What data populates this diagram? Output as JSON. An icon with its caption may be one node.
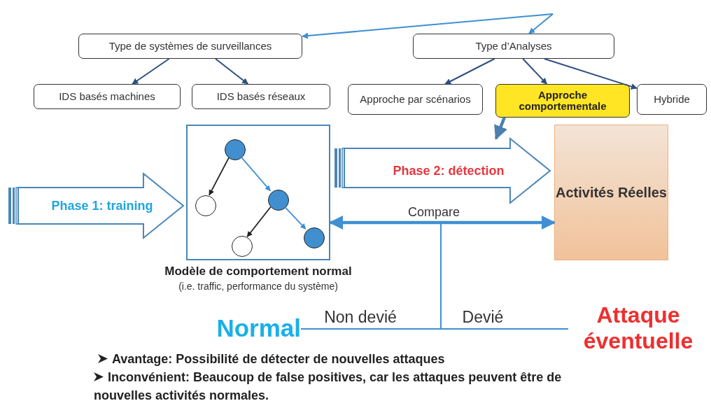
{
  "diagram": {
    "nodes": [
      {
        "text": [
          "Type de systèmes de surveillances"
        ]
      },
      {
        "text": [
          "Type d’Analyses"
        ]
      },
      {
        "text": [
          "IDS basés machines"
        ]
      },
      {
        "text": [
          "IDS basés réseaux"
        ]
      },
      {
        "text": [
          "Approche par scénarios"
        ]
      },
      {
        "text": [
          "Approche comportementale"
        ]
      },
      {
        "text": [
          "Hybride"
        ]
      },
      {
        "text": [
          "Phase 1: training"
        ]
      },
      {
        "text": [],
        "shape": "box",
        "beside": [
          "Modèle de comportement normal",
          "(i.e. traffic, performance du système)"
        ]
      },
      {
        "text": [],
        "shape": "circle",
        "in": 8
      },
      {
        "text": [],
        "shape": "circle",
        "in": 8
      },
      {
        "text": [],
        "shape": "circle",
        "in": 8
      },
      {
        "text": [],
        "shape": "circle",
        "in": 8
      },
      {
        "text": [],
        "shape": "circle",
        "in": 8
      },
      {
        "text": [
          "Phase 2: détection"
        ]
      },
      {
        "text": [
          "Activités Réelles"
        ]
      },
      {
        "text": [
          "Normal"
        ]
      },
      {
        "text": [
          "Attaque éventuelle"
        ]
      }
    ],
    "edges": [
      {
        "from": null,
        "to": 0,
        "arrow": "to"
      },
      {
        "from": null,
        "to": 1,
        "arrow": "to"
      },
      {
        "from": 0,
        "to": 2,
        "arrow": "to",
        "color": "#2f4f7f"
      },
      {
        "from": 0,
        "to": 3,
        "arrow": "to",
        "color": "#2f4f7f"
      },
      {
        "from": 1,
        "to": 4,
        "arrow": "to",
        "color": "#2f4f7f"
      },
      {
        "from": 1,
        "to": 5,
        "arrow": "to",
        "color": "#2f4f7f"
      },
      {
        "from": 1,
        "to": 6,
        "arrow": "to",
        "color": "#2f4f7f"
      },
      {
        "from": 5,
        "to": 14,
        "arrow": "to",
        "style": "thick",
        "color": "#4a7fb0"
      },
      {
        "from": 9,
        "to": 10,
        "arrow": "to",
        "color": "#222222"
      },
      {
        "from": 9,
        "to": 11,
        "arrow": "to"
      },
      {
        "from": 11,
        "to": 12,
        "arrow": "to",
        "color": "#222222"
      },
      {
        "from": 11,
        "to": 13,
        "arrow": "to"
      },
      {
        "from": 8,
        "to": 15,
        "arrow": "both",
        "style": "thick",
        "label": "Compare"
      },
      {
        "from": null,
        "to": 16,
        "arrow": "none",
        "label": "Non devié"
      },
      {
        "from": null,
        "to": 17,
        "arrow": "none",
        "label": "Devié"
      }
    ],
    "labels": [
      "Avantage: Possibilité de détecter de nouvelles attaques",
      "Inconvénient: Beaucoup de false positives, car les attaques peuvent être de nouvelles activités normales."
    ]
  }
}
